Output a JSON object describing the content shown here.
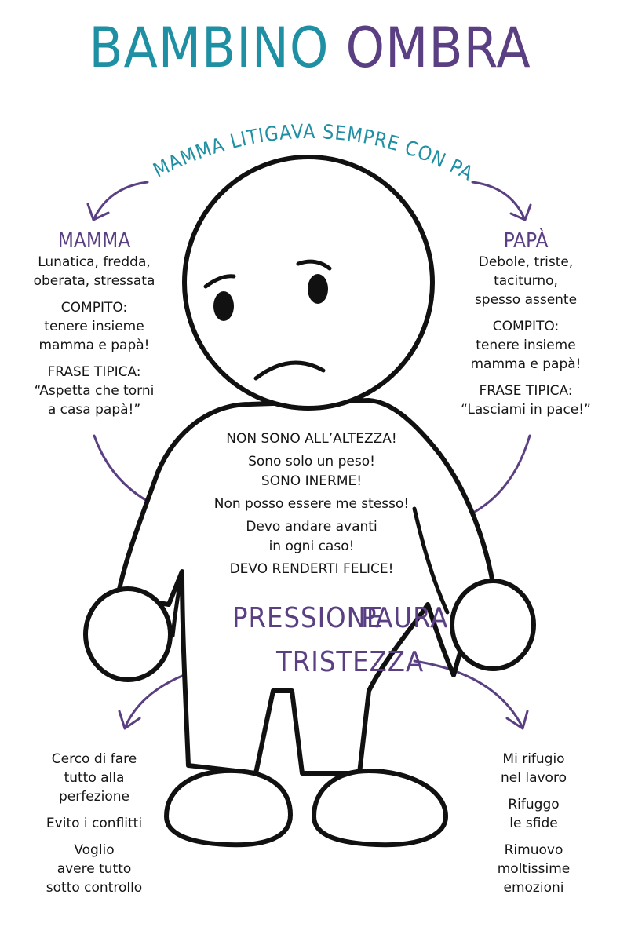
{
  "title": {
    "word1": "BAMBINO",
    "word2": "OMBRA"
  },
  "subtitle": "LA MAMMA LITIGAVA SEMPRE CON PAPÀ",
  "mamma": {
    "heading": "MAMMA",
    "traits": [
      "Lunatica, fredda,",
      "oberata, stressata"
    ],
    "task_label": "COMPITO:",
    "task": [
      "tenere insieme",
      "mamma e papà!"
    ],
    "phrase_label": "FRASE TIPICA:",
    "phrase": [
      "“Aspetta che torni",
      "a casa papà!”"
    ]
  },
  "papa": {
    "heading": "PAPÀ",
    "traits": [
      "Debole, triste,",
      "taciturno,",
      "spesso assente"
    ],
    "task_label": "COMPITO:",
    "task": [
      "tenere insieme",
      "mamma e papà!"
    ],
    "phrase_label": "FRASE TIPICA:",
    "phrase": [
      "“Lasciami in pace!”"
    ]
  },
  "inner_voice": [
    "NON SONO ALL’ALTEZZA!",
    "Sono solo un peso!",
    "SONO INERME!",
    "Non posso essere me stesso!",
    "Devo andare avanti",
    "in ogni caso!",
    "DEVO RENDERTI FELICE!"
  ],
  "emotions": {
    "pressure": "PRESSIONE",
    "fear": "PAURA",
    "sadness": "TRISTEZZA"
  },
  "left_outcomes": [
    "Cerco di fare",
    "tutto alla",
    "perfezione",
    "Evito i conflitti",
    "Voglio",
    "avere tutto",
    "sotto controllo"
  ],
  "right_outcomes": [
    "Mi rifugio",
    "nel lavoro",
    "Rifuggo",
    "le sfide",
    "Rimuovo",
    "moltissime",
    "emozioni"
  ],
  "colors": {
    "teal": "#1f8fa3",
    "purple": "#5a3f82",
    "ink": "#111111"
  }
}
